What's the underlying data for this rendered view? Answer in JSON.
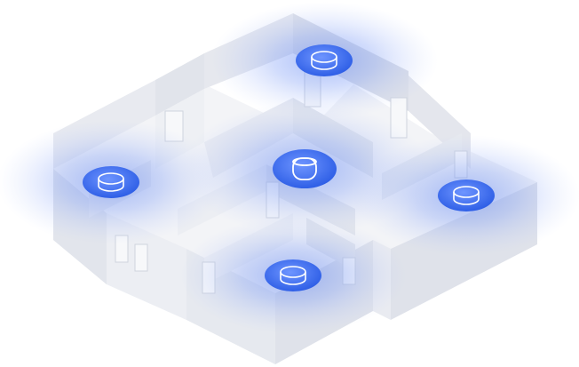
{
  "scene": {
    "background": "#ffffff",
    "wall_color": "#eceef3",
    "wall_shade": "#dfe2ea",
    "floor_color": "#f3f4f7",
    "signal_color": "#6b8cf5",
    "node_color": "#3f6ef0"
  },
  "nodes": [
    {
      "id": "top",
      "icon": "router-icon",
      "type": "satellite"
    },
    {
      "id": "left",
      "icon": "router-icon",
      "type": "satellite"
    },
    {
      "id": "center",
      "icon": "main-router-icon",
      "type": "main"
    },
    {
      "id": "right",
      "icon": "router-icon",
      "type": "satellite"
    },
    {
      "id": "bottom",
      "icon": "router-icon",
      "type": "satellite"
    }
  ]
}
